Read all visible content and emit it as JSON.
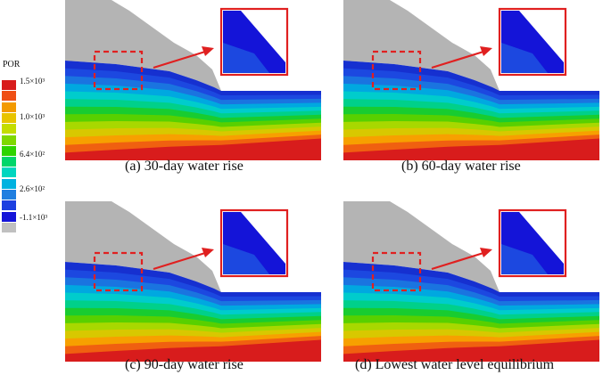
{
  "legend": {
    "title": "POR",
    "labels": [
      {
        "text": "1.5×10³"
      },
      {
        "text": "1.0×10³"
      },
      {
        "text": "6.4×10²"
      },
      {
        "text": "2.6×10²"
      },
      {
        "text": "-1.1×10³"
      }
    ],
    "colors": [
      "#d81c1c",
      "#ef4f14",
      "#f39a00",
      "#e8c400",
      "#c4dd00",
      "#7fd800",
      "#2ed400",
      "#00d66a",
      "#00d6bf",
      "#00b2e0",
      "#1f7fe0",
      "#1c3fe0",
      "#1414d8",
      "#c0c0c0"
    ]
  },
  "panels": [
    {
      "caption": "(a) 30-day water rise"
    },
    {
      "caption": "(b) 60-day water rise"
    },
    {
      "caption": "(c) 90-day water rise"
    },
    {
      "caption": "(d) Lowest water level equilibrium"
    }
  ],
  "colors": {
    "highlight": "#e02020",
    "slope_gray": "#b4b4b4",
    "band_colors": [
      "#d81c1c",
      "#f06010",
      "#f7a000",
      "#d8c800",
      "#a8d800",
      "#58d000",
      "#18cc30",
      "#00d08a",
      "#00cccc",
      "#00a8e0",
      "#1a74e0",
      "#1c48e0",
      "#1630d0"
    ]
  }
}
